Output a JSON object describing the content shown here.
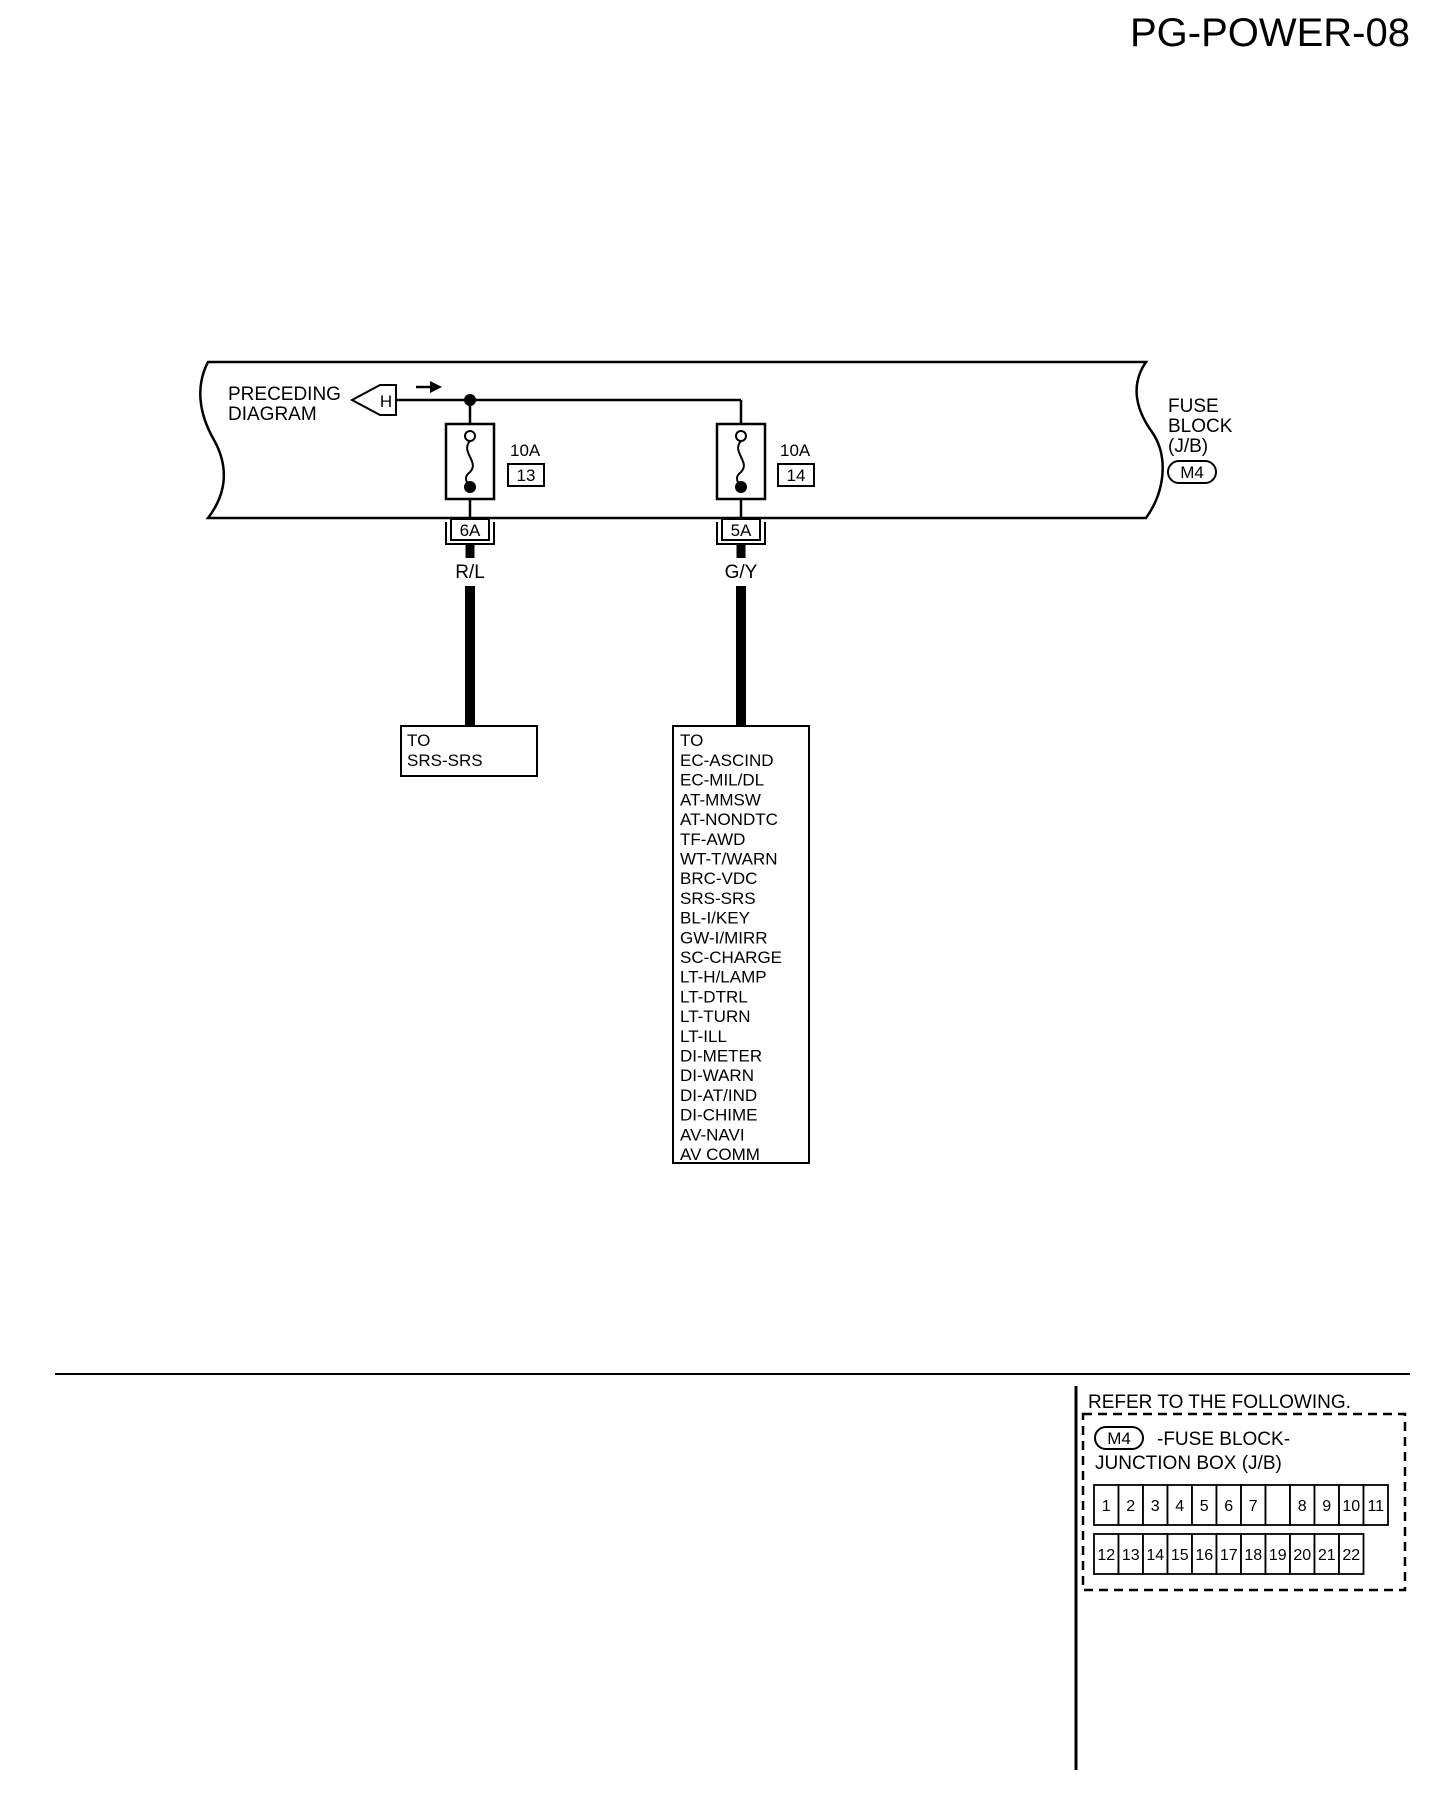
{
  "page_title": "PG-POWER-08",
  "preceding": {
    "label_line1": "PRECEDING",
    "label_line2": "DIAGRAM",
    "connector_letter": "H"
  },
  "fuse_block": {
    "line1": "FUSE",
    "line2": "BLOCK",
    "line3": "(J/B)",
    "connector": "M4"
  },
  "fuses": [
    {
      "rating": "10A",
      "number": "13",
      "terminal": "6A",
      "wire_color": "R/L",
      "destination_header": "TO",
      "destinations": [
        "SRS-SRS"
      ]
    },
    {
      "rating": "10A",
      "number": "14",
      "terminal": "5A",
      "wire_color": "G/Y",
      "destination_header": "TO",
      "destinations": [
        "EC-ASCIND",
        "EC-MIL/DL",
        "AT-MMSW",
        "AT-NONDTC",
        "TF-AWD",
        "WT-T/WARN",
        "BRC-VDC",
        "SRS-SRS",
        "BL-I/KEY",
        "GW-I/MIRR",
        "SC-CHARGE",
        "LT-H/LAMP",
        "LT-DTRL",
        "LT-TURN",
        "LT-ILL",
        "DI-METER",
        "DI-WARN",
        "DI-AT/IND",
        "DI-CHIME",
        "AV-NAVI",
        "AV COMM"
      ]
    }
  ],
  "reference": {
    "header": "REFER TO THE FOLLOWING.",
    "connector": "M4",
    "desc_line1": "-FUSE BLOCK-",
    "desc_line2": "JUNCTION BOX (J/B)",
    "top_row": [
      "1",
      "2",
      "3",
      "4",
      "5",
      "6",
      "7",
      "",
      "8",
      "9",
      "10",
      "11"
    ],
    "bottom_row": [
      "12",
      "13",
      "14",
      "15",
      "16",
      "17",
      "18",
      "19",
      "20",
      "21",
      "22"
    ]
  }
}
